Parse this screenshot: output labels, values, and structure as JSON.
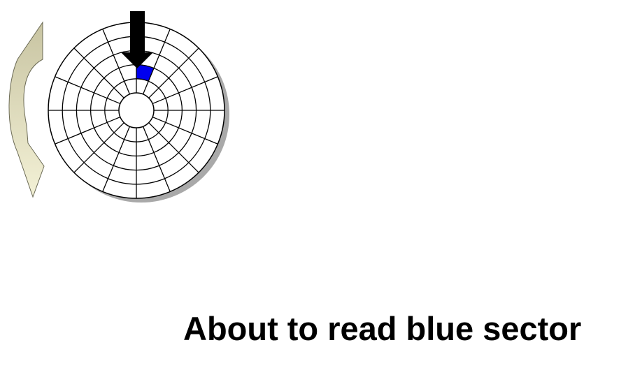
{
  "caption": "About to read blue sector",
  "disk": {
    "tracks": 5,
    "sectors": 16,
    "highlight": {
      "track_from_outside": 4,
      "sector_index": 0
    },
    "colors": {
      "platter": "#ffffff",
      "lines": "#000000",
      "highlight": "#0000ee",
      "shadow": "#9a9a9a"
    }
  },
  "head": {
    "color": "#000000"
  },
  "rotation_arrow": {
    "direction": "counter-clockwise",
    "colors": {
      "top": "#c8c4a2",
      "bottom": "#f3f1d6",
      "outline": "#6b6a55"
    }
  }
}
